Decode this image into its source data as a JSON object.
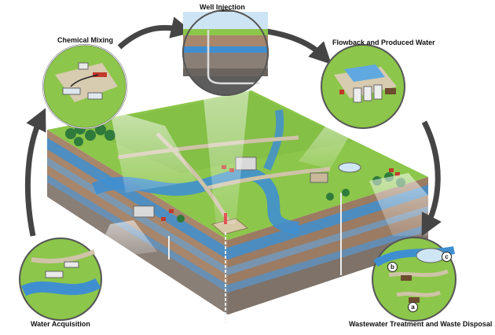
{
  "stages": [
    {
      "id": "water-acquisition",
      "label": "Water Acquisition"
    },
    {
      "id": "chemical-mixing",
      "label": "Chemical Mixing"
    },
    {
      "id": "well-injection",
      "label": "Well Injection"
    },
    {
      "id": "flowback",
      "label": "Flowback and Produced Water"
    },
    {
      "id": "wastewater",
      "label": "Wastewater Treatment and Waste Disposal"
    }
  ],
  "markers": [
    "a",
    "b",
    "c"
  ],
  "colors": {
    "grass": "#8cc64a",
    "grass_dark": "#6fae3a",
    "water": "#3f8fd0",
    "water_light": "#9cc9ea",
    "soil": "#a7866b",
    "soil_dark": "#7e6150",
    "rock": "#8a7f77",
    "road": "#cfc3a8",
    "tree": "#2f7b3b",
    "arrow": "#454545"
  }
}
